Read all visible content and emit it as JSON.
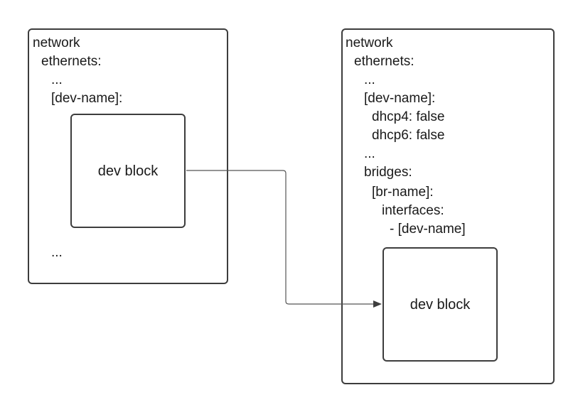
{
  "left_panel": {
    "lines": [
      "network",
      "ethernets:",
      "...",
      "[dev-name]:"
    ],
    "block_label": "dev block",
    "trailing": "..."
  },
  "right_panel": {
    "lines": [
      "network",
      "ethernets:",
      "...",
      "[dev-name]:",
      "dhcp4: false",
      "dhcp6: false",
      "...",
      "bridges:",
      "[br-name]:",
      "interfaces:",
      "- [dev-name]"
    ],
    "block_label": "dev block"
  },
  "colors": {
    "border": "#3d3d3d",
    "text": "#1a1a1a",
    "connector": "#555555"
  }
}
